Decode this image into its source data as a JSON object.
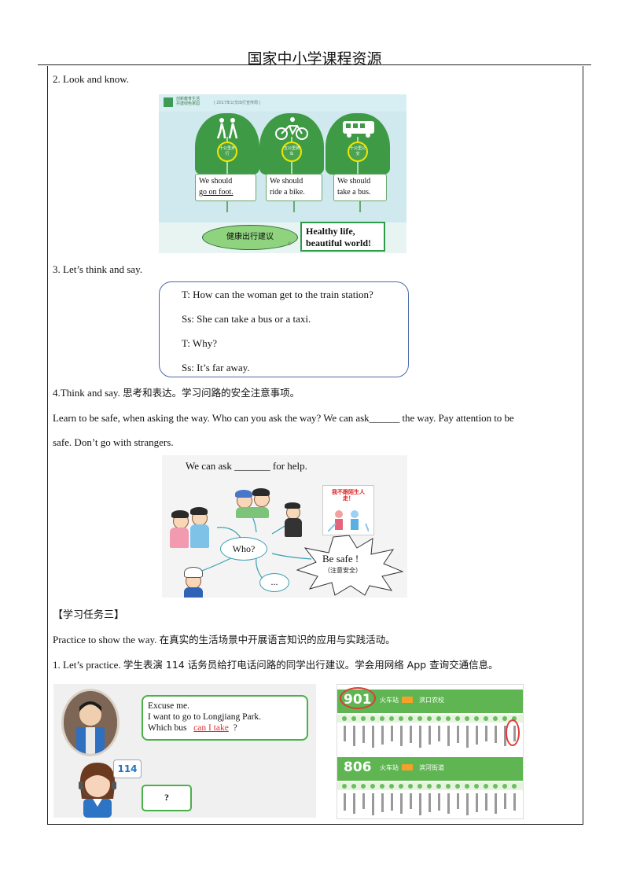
{
  "header": {
    "title": "国家中小学课程资源"
  },
  "section2": {
    "heading": "2. Look and know.",
    "image": {
      "logo_text_1": "创新教育生活",
      "logo_text_2": "共建绿色家园",
      "banner": "| 2017年公交出行宣传周 |",
      "leaves": [
        {
          "ring": "十公里步行",
          "sentence_1": "We should",
          "sentence_2": "go on foot."
        },
        {
          "ring": "五公里骑车",
          "sentence_1": "We should",
          "sentence_2": "ride a bike."
        },
        {
          "ring": "十公里公交",
          "sentence_1": "We should",
          "sentence_2": "take a bus."
        }
      ],
      "oval": "健康出行建议",
      "slogan_1": "Healthy life,",
      "slogan_2": "beautiful world!",
      "copyright": "©"
    }
  },
  "section3": {
    "heading": "3. Let’s think and say.",
    "dialogue": [
      "T: How can the woman get to the train station?",
      "Ss: She can take a bus or a taxi.",
      "T: Why?",
      "Ss: It’s far away."
    ]
  },
  "section4": {
    "heading_en": "4.Think and say.",
    "heading_cn": "思考和表达。学习问路的安全注意事项。",
    "body_line1": "Learn to be safe, when asking the way. Who can you ask the way? We can ask______  the way. Pay attention to be",
    "body_line2": "safe. Don’t go with strangers.",
    "image": {
      "question": "We can ask _______ for help.",
      "who": "Who?",
      "dots": "...",
      "poster": "我不跟陌生人走！",
      "be_safe": "Be safe !",
      "be_safe_cn": "（注意安全）"
    }
  },
  "task3": {
    "title": "【学习任务三】",
    "practice_en": "Practice to show the way.",
    "practice_cn": "在真实的生活场景中开展语言知识的应用与实践活动。",
    "lets_practice_en": "1. Let’s practice.",
    "lets_practice_cn": "学生表演 114 话务员给打电话问路的同学出行建议。学会用网络 App 查询交通信息。",
    "left_image": {
      "speech_1": "Excuse me.",
      "speech_2": "I want to go to Longjiang Park.",
      "speech_3a": "Which bus",
      "speech_3b": "can I take",
      "speech_3c": "?",
      "phone_number": "114",
      "reply": "?"
    },
    "right_image": {
      "routes": [
        {
          "number": "901",
          "start": "火车站",
          "end": "滨口农校"
        },
        {
          "number": "806",
          "start": "火车站",
          "end": "滨河街道"
        }
      ]
    }
  }
}
